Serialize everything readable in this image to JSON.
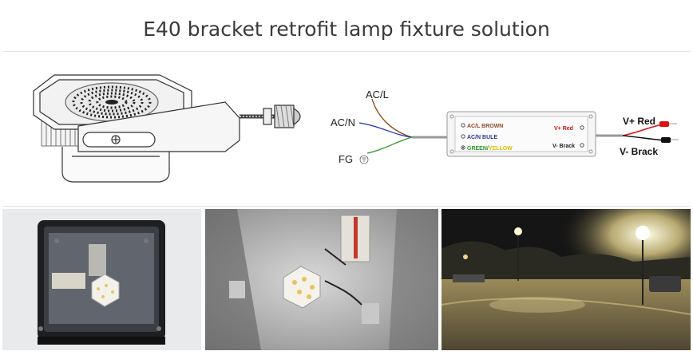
{
  "title": "E40 bracket retrofit lamp fixture solution",
  "wiring": {
    "ac_l": "AC/L",
    "ac_n": "AC/N",
    "fg": "FG",
    "driver_left": [
      {
        "text": "AC/L BROWN",
        "color": "#8a4a2a"
      },
      {
        "text": "AC/N BULE",
        "color": "#2a3a9a"
      }
    ],
    "driver_gy_green": "GREEN/",
    "driver_gy_yellow": "YELLOW",
    "driver_right_red": "V+ Red",
    "driver_right_black": "V- Brack",
    "out_red": "V+ Red",
    "out_black": "V- Brack"
  },
  "colors": {
    "brown": "#8b4513",
    "blue": "#2233bb",
    "green": "#2a9a2a",
    "red": "#dd1111",
    "black": "#111111"
  }
}
